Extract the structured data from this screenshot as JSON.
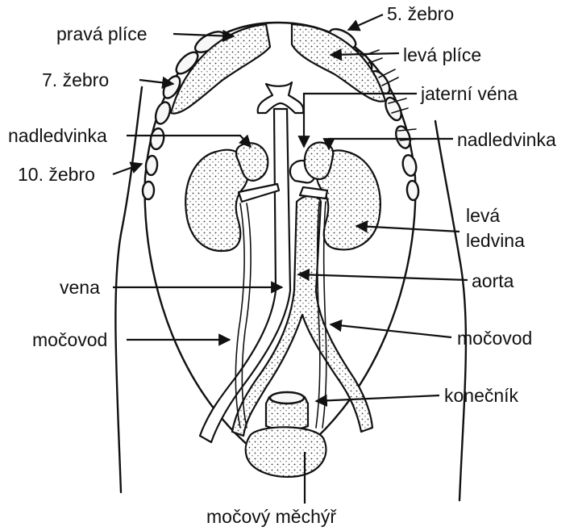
{
  "labels": {
    "right_lung": "pravá plíce",
    "rib5": "5. žebro",
    "left_lung": "levá plíce",
    "rib7": "7. žebro",
    "hepatic_vein": "jaterní véna",
    "adrenal_right": "nadledvinka",
    "adrenal_left": "nadledvinka",
    "rib10": "10. žebro",
    "left_kidney_line1": "levá",
    "left_kidney_line2": "ledvina",
    "vein": "vena",
    "aorta": "aorta",
    "ureter_right": "močovod",
    "ureter_left": "močovod",
    "rectum": "konečník",
    "bladder": "močový měchýř"
  },
  "colors": {
    "ink": "#111111",
    "paper": "#ffffff"
  }
}
